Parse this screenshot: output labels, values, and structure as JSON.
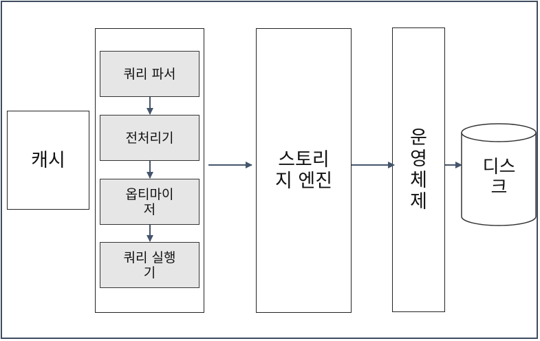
{
  "diagram": {
    "cache": {
      "label": "캐시"
    },
    "query_processor": {
      "steps": [
        {
          "label": "쿼리 파서"
        },
        {
          "label": "전처리기"
        },
        {
          "label": "옵티마이\n저"
        },
        {
          "label": "쿼리 실행\n기"
        }
      ]
    },
    "storage_engine": {
      "label": "스토리\n지 엔진"
    },
    "os": {
      "label": "운\n영\n체\n제"
    },
    "disk": {
      "label": "디스\n크"
    }
  },
  "colors": {
    "frame_border": "#3e4a5e",
    "arrow": "#44546a",
    "step_fill": "#e6e6e6"
  }
}
